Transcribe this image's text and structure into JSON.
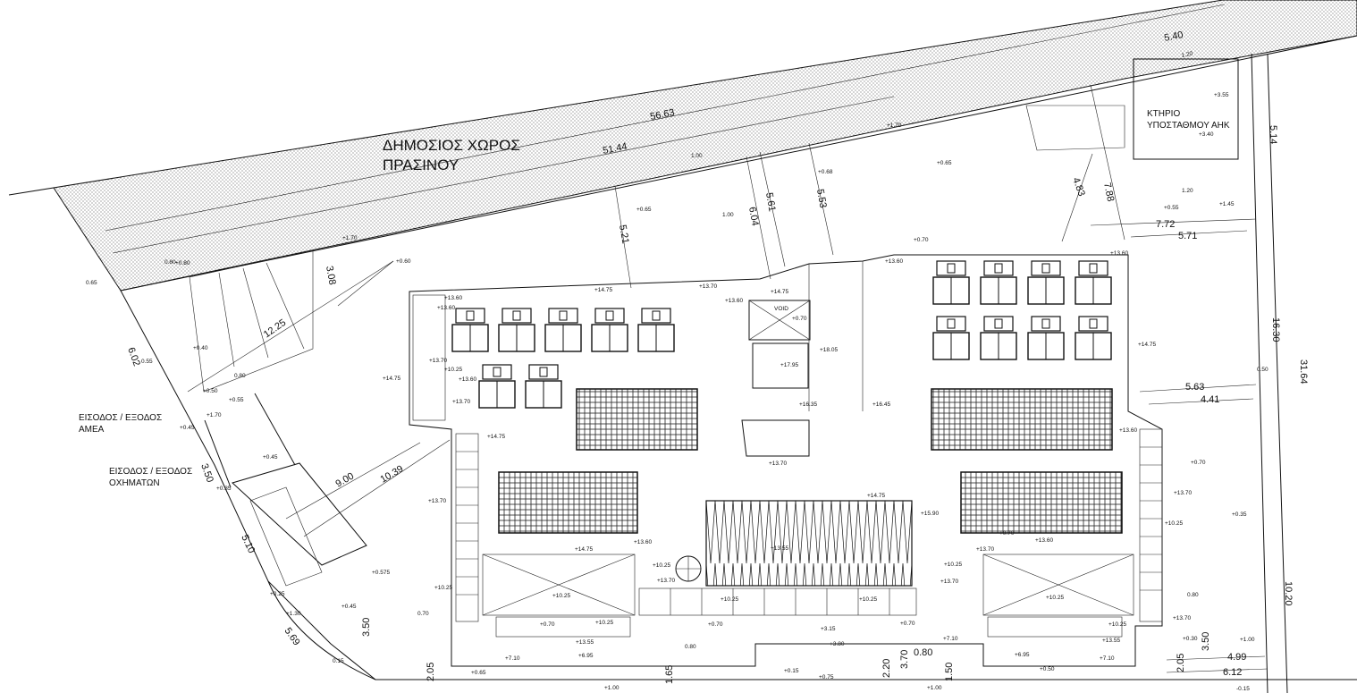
{
  "labels": {
    "public_space_line1": "ΔΗΜΟΣΙΟΣ ΧΩΡΟΣ",
    "public_space_line2": "ΠΡΑΣΙΝΟΥ",
    "substation_line1": "ΚΤΗΡΙΟ",
    "substation_line2": "ΥΠΟΣΤΑΘΜΟΥ ΑΗΚ",
    "entrance_disabled_line1": "ΕΙΣΟΔΟΣ / ΕΞΟΔΟΣ",
    "entrance_disabled_line2": "ΑΜΕΑ",
    "entrance_vehicles_line1": "ΕΙΣΟΔΟΣ / ΕΞΟΔΟΣ",
    "entrance_vehicles_line2": "ΟΧΗΜΑΤΩΝ",
    "void": "VOID"
  },
  "dimensions": {
    "top_1": "56.63",
    "top_2": "51.44",
    "top_3": "5.40",
    "top_4": "1.20",
    "right_1": "5.14",
    "right_2": "16.30",
    "right_3": "31.64",
    "right_4": "10.20",
    "mid_1": "5.21",
    "mid_2": "6.04",
    "mid_3": "5.61",
    "mid_4": "5.53",
    "mid_5": "4.83",
    "mid_6": "7.88",
    "mid_7": "7.72",
    "mid_8": "5.71",
    "mid_9": "5.63",
    "mid_10": "4.41",
    "left_1": "3.08",
    "left_2": "12.25",
    "left_3": "6.02",
    "left_4": "0.55",
    "left_5": "9.00",
    "left_6": "10.39",
    "left_7": "3.50",
    "left_8": "5.10",
    "left_9": "5.69",
    "left_10": "0.15",
    "bot_1": "3.50",
    "bot_2": "2.05",
    "bot_3": "1.65",
    "bot_4": "2.20",
    "bot_5": "3.70",
    "bot_6": "0.80",
    "bot_7": "1.50",
    "bot_8": "4.99",
    "bot_9": "6.12",
    "bot_10": "3.50",
    "bot_11": "2.05",
    "misc_1": "1.00",
    "misc_2": "0.65",
    "misc_3": "0.80",
    "misc_4": "0.80",
    "misc_5": "1.00",
    "misc_6": "1.20",
    "misc_7": "0.50",
    "misc_8": "0.80",
    "misc_9": "0.70",
    "misc_10": "0.80"
  },
  "levels": {
    "l1": "+1.70",
    "l2": "+0.60",
    "l3": "+0.80",
    "l4": "+0.65",
    "l5": "+0.68",
    "l6": "+1.70",
    "l7": "+0.65",
    "l8": "+0.55",
    "l9": "+1.45",
    "l10": "+3.55",
    "l11": "+3.40",
    "l12": "+0.70",
    "l13": "+13.60",
    "l14": "+13.60",
    "l15": "+14.75",
    "l16": "+13.70",
    "l17": "+13.60",
    "l18": "+14.75",
    "l19": "+0.70",
    "l20": "+13.60",
    "l21": "+18.05",
    "l22": "+17.95",
    "l23": "+16.35",
    "l24": "+16.45",
    "l25": "+14.75",
    "l26": "+10.25",
    "l27": "+13.60",
    "l28": "+13.70",
    "l29": "+14.75",
    "l30": "+13.60",
    "l31": "+14.75",
    "l32": "+13.70",
    "l33": "+15.90",
    "l34": "+13.55",
    "l35": "+14.75",
    "l36": "+13.60",
    "l37": "+14.75",
    "l38": "+13.60",
    "l39": "+0.70",
    "l40": "+13.70",
    "l41": "+10.25",
    "l42": "+0.35",
    "l43": "+13.70",
    "l44": "+10.25",
    "l45": "+10.25",
    "l46": "+13.70",
    "l47": "+10.25",
    "l48": "+0.575",
    "l49": "+0.45",
    "l50": "+1.30",
    "l51": "+0.50",
    "l52": "+0.55",
    "l53": "+1.70",
    "l54": "+0.45",
    "l55": "+0.35",
    "l56": "+0.40",
    "l57": "+0.45",
    "l58": "+13.70",
    "l59": "+10.25",
    "l60": "+0.70",
    "l61": "+10.25",
    "l62": "+13.55",
    "l63": "+7.10",
    "l64": "+6.95",
    "l65": "+0.65",
    "l66": "+1.00",
    "l67": "+0.70",
    "l68": "+3.15",
    "l69": "+3.80",
    "l70": "+0.15",
    "l71": "+0.75",
    "l72": "+0.70",
    "l73": "+7.10",
    "l74": "+6.95",
    "l75": "+0.50",
    "l76": "+7.10",
    "l77": "+13.55",
    "l78": "+0.30",
    "l79": "+1.00",
    "l80": "+1.00",
    "l81": "-0.15",
    "l82": "+0.25",
    "l83": "+10.25",
    "l84": "+13.70",
    "l85": "+10.25",
    "l86": "+10.25",
    "l87": "+13.70",
    "l88": "+0.70",
    "l89": "+10.25",
    "l90": "+13.60",
    "l91": "+13.70"
  },
  "colors": {
    "line": "#111111",
    "background": "#ffffff"
  }
}
